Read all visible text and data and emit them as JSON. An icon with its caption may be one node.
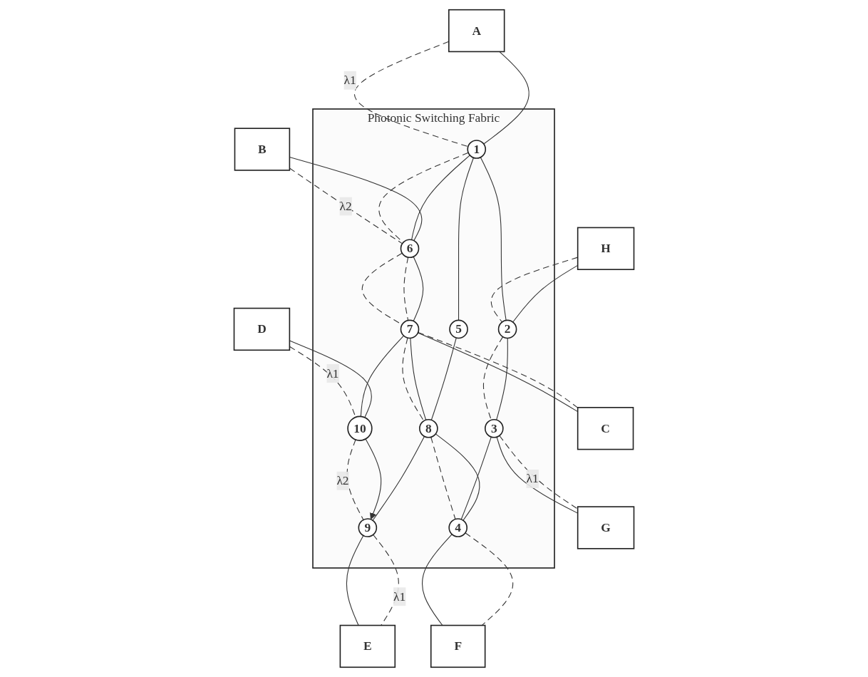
{
  "diagram": {
    "nodes": [
      {
        "text": [
          "Photonic Switching Fabric"
        ]
      },
      {
        "text": [
          "1"
        ],
        "in": 0
      },
      {
        "text": [
          "2"
        ],
        "in": 0
      },
      {
        "text": [
          "3"
        ],
        "in": 0
      },
      {
        "text": [
          "4"
        ],
        "in": 0
      },
      {
        "text": [
          "5"
        ],
        "in": 0
      },
      {
        "text": [
          "6"
        ],
        "in": 0
      },
      {
        "text": [
          "7"
        ],
        "in": 0
      },
      {
        "text": [
          "8"
        ],
        "in": 0
      },
      {
        "text": [
          "9"
        ],
        "in": 0
      },
      {
        "text": [
          "10"
        ],
        "in": 0
      },
      {
        "text": [
          "A"
        ]
      },
      {
        "text": [
          "B"
        ]
      },
      {
        "text": [
          "C"
        ]
      },
      {
        "text": [
          "D"
        ]
      },
      {
        "text": [
          "E"
        ]
      },
      {
        "text": [
          "F"
        ]
      },
      {
        "text": [
          "G"
        ]
      },
      {
        "text": [
          "H"
        ]
      }
    ],
    "edges": [
      {
        "from": 11,
        "to": 1,
        "arrow": "none"
      },
      {
        "from": 12,
        "to": 6,
        "arrow": "none"
      },
      {
        "from": 13,
        "to": 7,
        "arrow": "none"
      },
      {
        "from": 14,
        "to": 10,
        "arrow": "none"
      },
      {
        "from": 15,
        "to": 9,
        "arrow": "none"
      },
      {
        "from": 16,
        "to": 4,
        "arrow": "none"
      },
      {
        "from": 17,
        "to": 3,
        "arrow": "none"
      },
      {
        "from": 18,
        "to": 2,
        "arrow": "none"
      },
      {
        "from": 1,
        "to": 6,
        "arrow": "none"
      },
      {
        "from": 6,
        "to": 7,
        "arrow": "none"
      },
      {
        "from": 1,
        "to": 2,
        "arrow": "none"
      },
      {
        "from": 1,
        "to": 5,
        "arrow": "none"
      },
      {
        "from": 5,
        "to": 8,
        "arrow": "none"
      },
      {
        "from": 7,
        "to": 8,
        "arrow": "none"
      },
      {
        "from": 7,
        "to": 10,
        "arrow": "none"
      },
      {
        "from": 8,
        "to": 9,
        "arrow": "none"
      },
      {
        "from": 8,
        "to": 4,
        "arrow": "none"
      },
      {
        "from": 2,
        "to": 3,
        "arrow": "none"
      },
      {
        "from": 3,
        "to": 4,
        "arrow": "none"
      },
      {
        "from": 10,
        "to": 9,
        "arrow": "to"
      },
      {
        "from": 11,
        "to": 1,
        "arrow": "none",
        "label": "λ1",
        "style": "dashed"
      },
      {
        "from": 1,
        "to": 6,
        "arrow": "none",
        "style": "dashed"
      },
      {
        "from": 6,
        "to": 7,
        "arrow": "none",
        "style": "dashed"
      },
      {
        "from": 7,
        "to": 13,
        "arrow": "none",
        "style": "dashed"
      },
      {
        "from": 12,
        "to": 6,
        "arrow": "none",
        "label": "λ2",
        "style": "dashed"
      },
      {
        "from": 6,
        "to": 7,
        "arrow": "none",
        "style": "dashed"
      },
      {
        "from": 7,
        "to": 8,
        "arrow": "none",
        "style": "dashed"
      },
      {
        "from": 8,
        "to": 4,
        "arrow": "none",
        "style": "dashed"
      },
      {
        "from": 4,
        "to": 16,
        "arrow": "none",
        "style": "dashed"
      },
      {
        "from": 14,
        "to": 10,
        "arrow": "none",
        "label": "λ1",
        "style": "dashed"
      },
      {
        "from": 10,
        "to": 9,
        "arrow": "none",
        "label": "λ2",
        "style": "dashed"
      },
      {
        "from": 9,
        "to": 15,
        "arrow": "none",
        "label": "λ1",
        "style": "dashed"
      },
      {
        "from": 18,
        "to": 2,
        "arrow": "none",
        "style": "dashed"
      },
      {
        "from": 2,
        "to": 3,
        "arrow": "none",
        "style": "dashed"
      },
      {
        "from": 3,
        "to": 17,
        "arrow": "none",
        "label": "λ1",
        "style": "dashed"
      }
    ]
  }
}
